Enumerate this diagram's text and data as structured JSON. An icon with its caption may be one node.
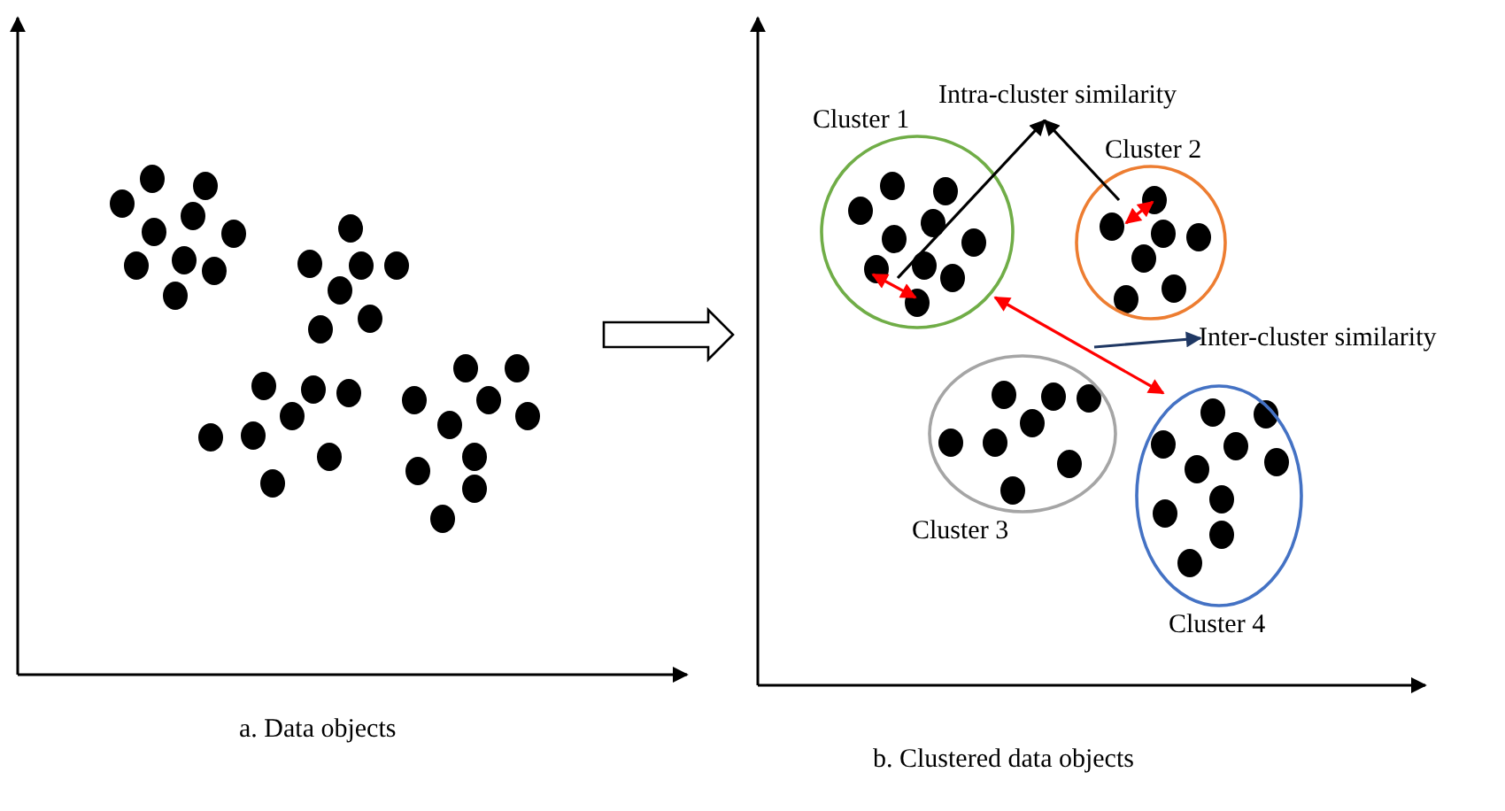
{
  "diagram": {
    "nodes": [
      {
        "text": [
          "Intra-cluster similarity"
        ]
      },
      {
        "text": [
          "Cluster 1"
        ]
      },
      {
        "text": [
          "Cluster 2"
        ]
      },
      {
        "text": [
          "Inter-cluster similarity"
        ]
      },
      {
        "text": [
          "Cluster 3"
        ]
      },
      {
        "text": [
          "Cluster 4"
        ]
      }
    ],
    "edges": [
      {
        "from": 1,
        "to": 0,
        "arrow": "to"
      },
      {
        "from": 2,
        "to": 0,
        "arrow": "to"
      },
      {
        "from": 1,
        "to": 5,
        "arrow": "both",
        "color": "#ff0000"
      },
      {
        "from": null,
        "to": 3,
        "arrow": "to",
        "color": "#1f3864"
      }
    ],
    "labels": [
      "a. Data objects",
      "b. Clustered data objects"
    ]
  }
}
